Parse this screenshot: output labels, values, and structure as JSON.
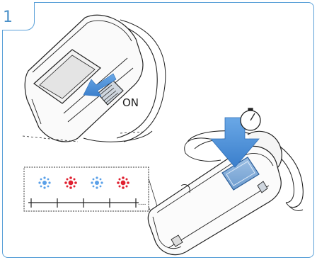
{
  "step": {
    "number": "1"
  },
  "labels": {
    "on": "ON"
  },
  "colors": {
    "frame": "#5aa0d8",
    "arrow": "#4a8fd4",
    "led_blue": "#5aa0e8",
    "led_red": "#e02030"
  },
  "icons": {
    "timer": "stopwatch-icon",
    "blink_pattern": [
      "blue-flash",
      "red-flash",
      "blue-flash",
      "red-flash"
    ]
  }
}
